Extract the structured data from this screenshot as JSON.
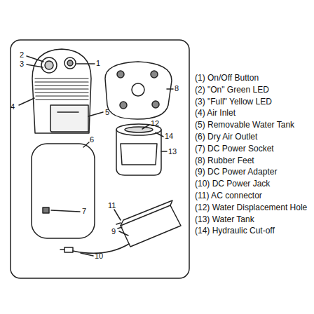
{
  "diagram": {
    "labels": [
      "2",
      "3",
      "1",
      "4",
      "5",
      "8",
      "12",
      "14",
      "13",
      "6",
      "7",
      "11",
      "9",
      "10",
      "(1) On/Off Button",
      "(2) \"On\" Green LED",
      "(3) \"Full\" Yellow LED",
      "(4) Air Inlet",
      "(5) Removable Water Tank",
      "(6) Dry Air Outlet",
      "(7) DC Power Socket",
      "(8) Rubber Feet",
      "(9)  DC Power Adapter",
      "(10) DC Power Jack",
      "(11) AC connector",
      "(12) Water Displacement Hole",
      "(13) Water Tank",
      "(14) Hydraulic Cut-off"
    ]
  }
}
